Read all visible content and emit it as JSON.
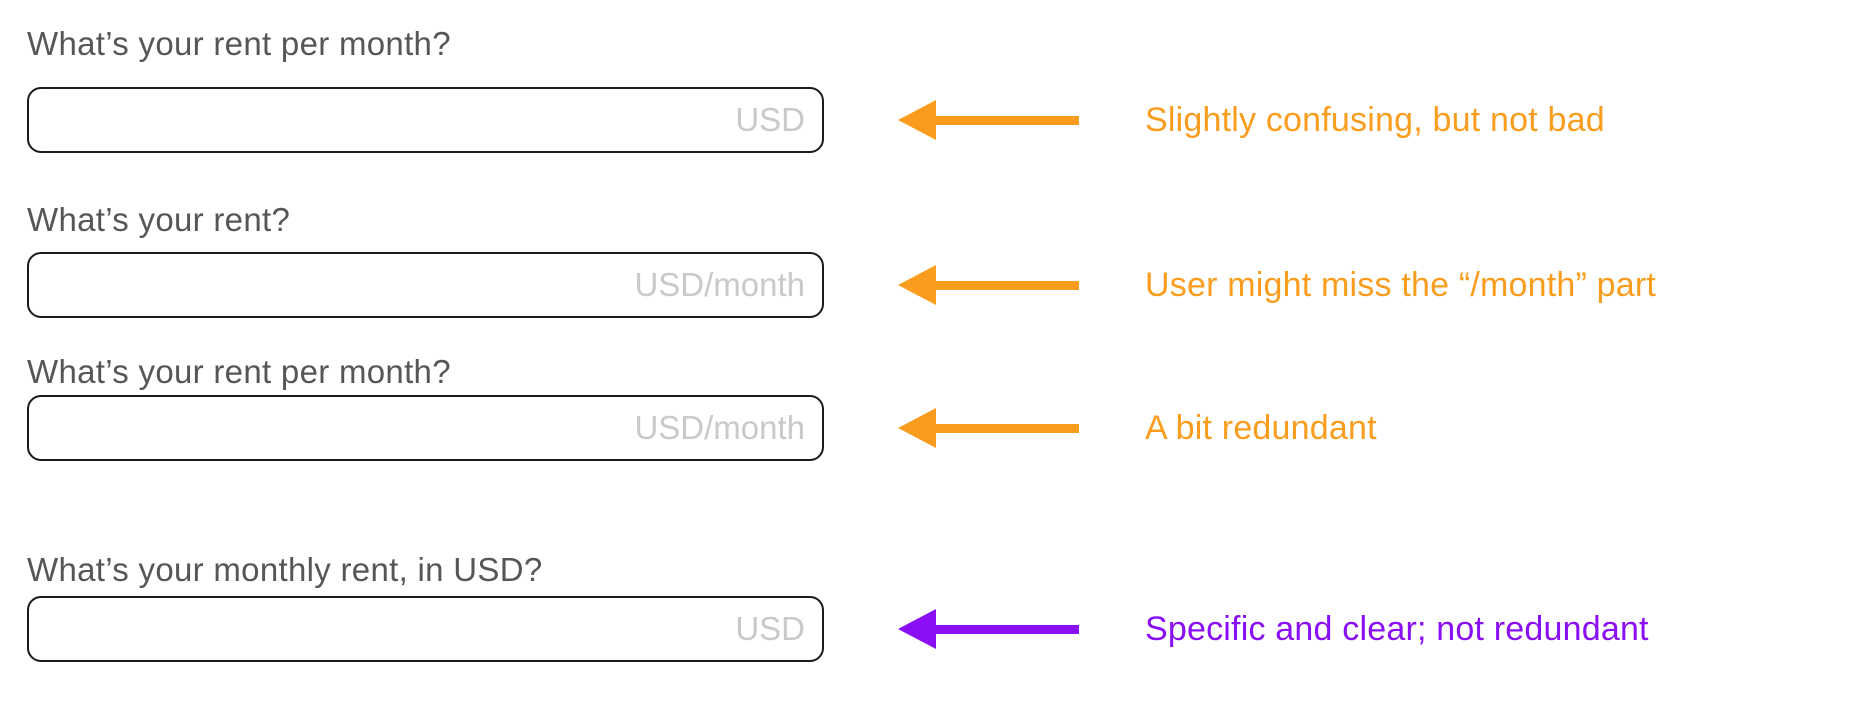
{
  "colors": {
    "orange": "#FA9D1E",
    "purple": "#8A0FF5",
    "label": "#565658",
    "placeholder": "#c9c9c9",
    "border": "#1b1b1b"
  },
  "rows": [
    {
      "label": "What’s your rent per month?",
      "placeholder": "USD",
      "annotation": "Slightly confusing, but not bad",
      "tone": "warning",
      "arrow_icon": "left-arrow"
    },
    {
      "label": "What’s your rent?",
      "placeholder": "USD/month",
      "annotation": "User might miss the “/month” part",
      "tone": "warning",
      "arrow_icon": "left-arrow"
    },
    {
      "label": "What’s your rent per month?",
      "placeholder": "USD/month",
      "annotation": "A bit redundant",
      "tone": "warning",
      "arrow_icon": "left-arrow"
    },
    {
      "label": "What’s your monthly rent, in USD?",
      "placeholder": "USD",
      "annotation": "Specific and clear; not redundant",
      "tone": "good",
      "arrow_icon": "left-arrow"
    }
  ]
}
